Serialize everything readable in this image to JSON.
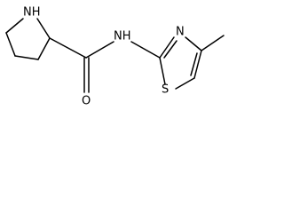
{
  "molecule": {
    "atoms": {
      "pyrrolidine_nh": "NH",
      "amide_nh": "NH",
      "carbonyl_o": "O",
      "thiazole_n": "N",
      "thiazole_s": "S"
    }
  },
  "colors": {
    "bond": "#000000",
    "label": "#000000",
    "background": "#ffffff"
  }
}
